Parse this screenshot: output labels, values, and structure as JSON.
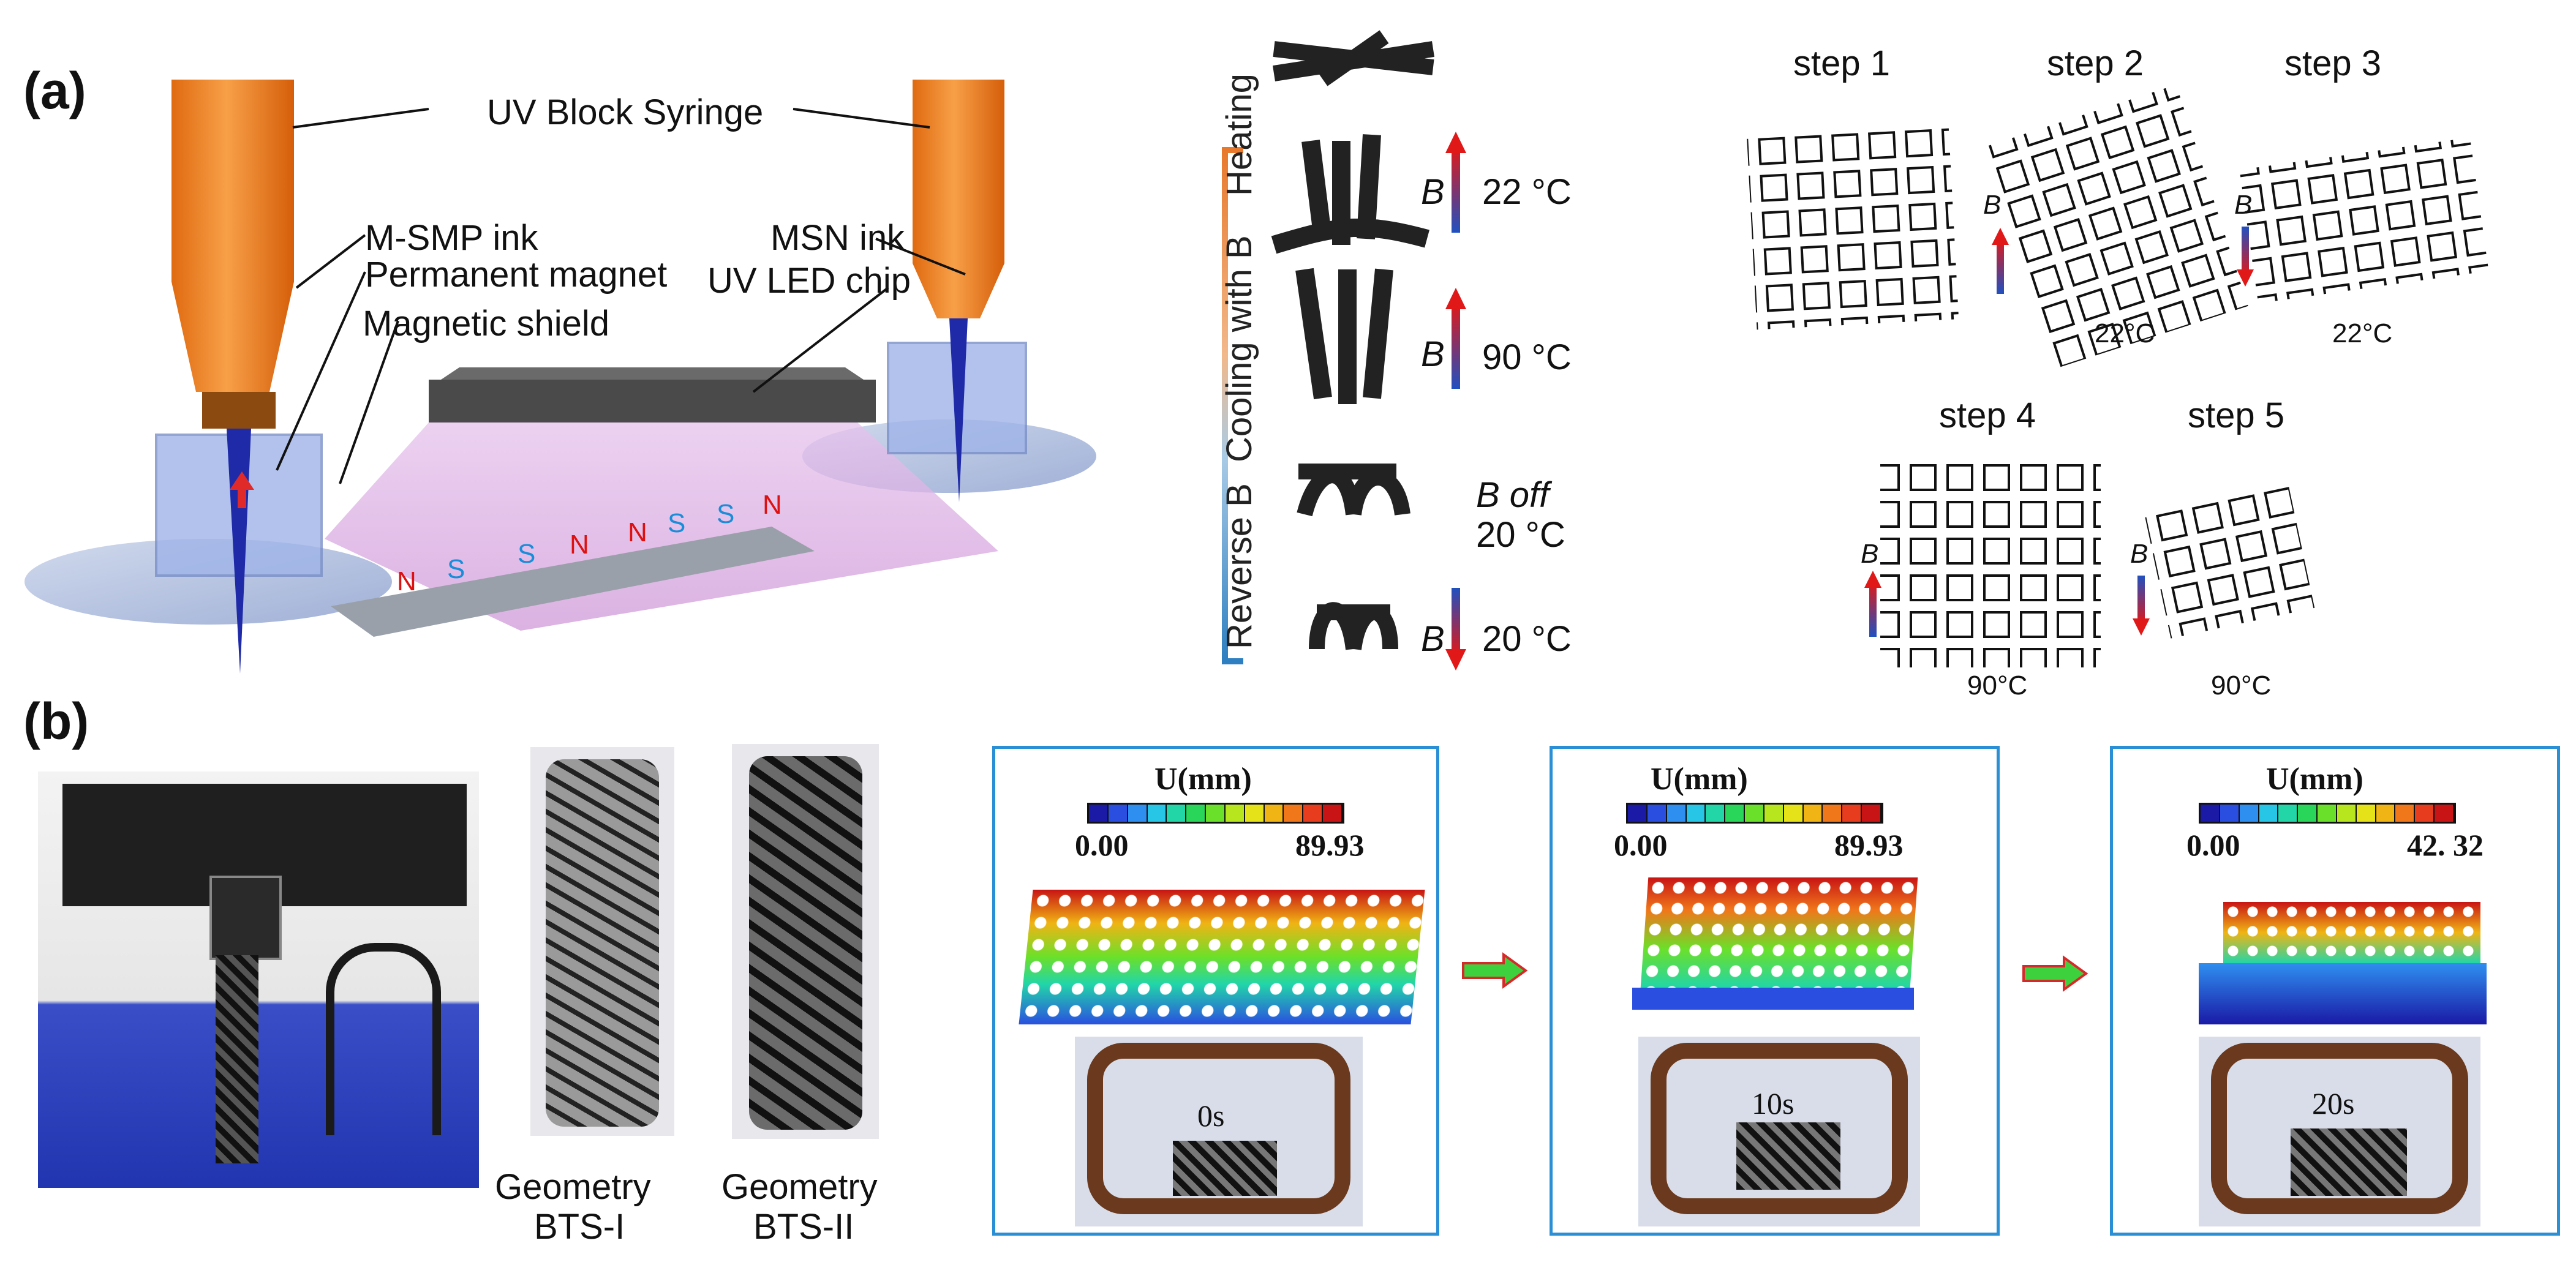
{
  "panel_a": {
    "letter": "(a)",
    "printer": {
      "syringe_label": "UV Block Syringe",
      "mssmp_ink": "M-SMP ink",
      "permanent_magnet": "Permanent magnet",
      "magnetic_shield": "Magnetic shield",
      "msn_ink": "MSN ink",
      "uv_led_chip": "UV LED chip",
      "pole_labels": [
        "N",
        "S",
        "S",
        "N",
        "N",
        "S",
        "S",
        "N"
      ]
    },
    "sequence": {
      "phases": [
        "Heating",
        "Cooling with B",
        "Reverse B"
      ],
      "field_symbol": "B",
      "rows": [
        {
          "temp": "22 °C",
          "field": "up"
        },
        {
          "temp": "90 °C",
          "field": "up"
        },
        {
          "temp": "20 °C",
          "field": "off",
          "note": "B off"
        },
        {
          "temp": "20 °C",
          "field": "down"
        }
      ]
    },
    "steps": [
      {
        "label": "step 1",
        "temp": "",
        "field": "none"
      },
      {
        "label": "step 2",
        "temp": "22°C",
        "field": "up"
      },
      {
        "label": "step 3",
        "temp": "22°C",
        "field": "down"
      },
      {
        "label": "step 4",
        "temp": "90°C",
        "field": "up"
      },
      {
        "label": "step 5",
        "temp": "90°C",
        "field": "down"
      }
    ]
  },
  "panel_b": {
    "letter": "(b)",
    "geometries": [
      {
        "line1": "Geometry",
        "line2": "BTS-I"
      },
      {
        "line1": "Geometry",
        "line2": "BTS-II"
      }
    ],
    "simulations": [
      {
        "title": "U(mm)",
        "min": "0.00",
        "max": "89.93",
        "time": "0s"
      },
      {
        "title": "U(mm)",
        "min": "0.00",
        "max": "89.93",
        "time": "10s"
      },
      {
        "title": "U(mm)",
        "min": "0.00",
        "max": "42. 32",
        "time": "20s"
      }
    ],
    "colorbar": [
      "#1a1aa6",
      "#2a4fe0",
      "#2f8ff0",
      "#27c6e6",
      "#22d6a8",
      "#2ad65a",
      "#6be02a",
      "#b8e61e",
      "#e6e21a",
      "#f0b414",
      "#f0781a",
      "#e83c1e",
      "#c81414"
    ]
  }
}
